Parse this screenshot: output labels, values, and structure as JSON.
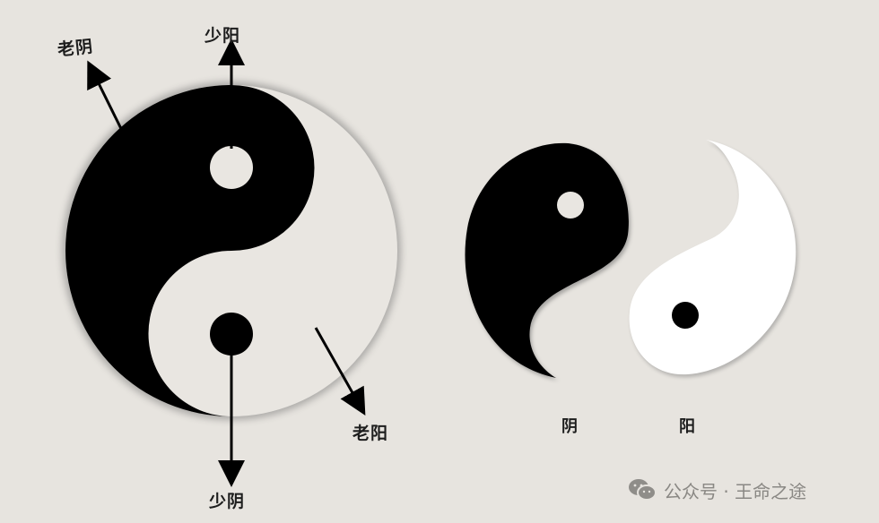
{
  "labels": {
    "lao_yin": "老阴",
    "shao_yang": "少阳",
    "lao_yang": "老阳",
    "shao_yin": "少阴",
    "yin": "阴",
    "yang": "阳"
  },
  "watermark": {
    "icon": "wechat-icon",
    "text": "公众号 · 王命之途"
  },
  "colors": {
    "background": "#e7e4df",
    "yin": "#000000",
    "yang": "#e9e6e1",
    "yang_piece": "#ffffff"
  }
}
